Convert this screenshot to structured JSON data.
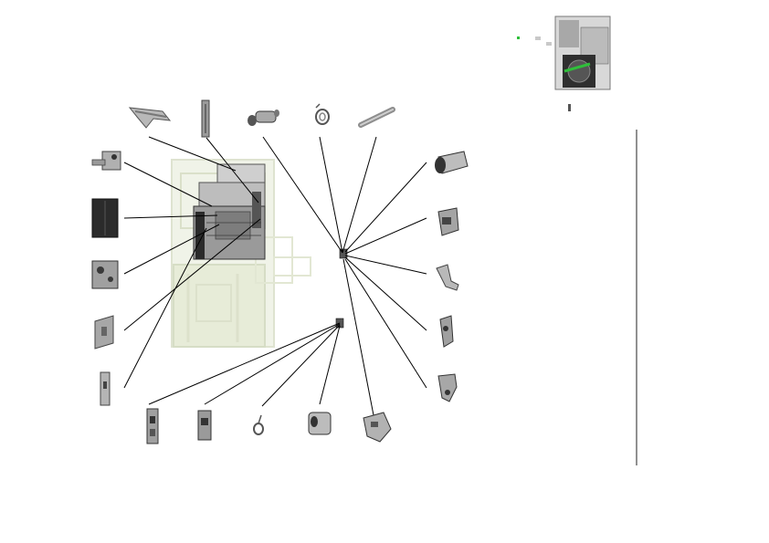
{
  "diagram": {
    "type": "exploded-parts-view",
    "has_text": false,
    "colors": {
      "leader_line": "#000000",
      "part_metal": "#8e8e8e",
      "part_dark": "#2b2b2b",
      "ghost_assembly": "#dfe6cf",
      "highlight": "#2fbf3a",
      "divider": "#222222"
    },
    "parts": [
      {
        "id": "top-bracket",
        "icon": "bracket-icon"
      },
      {
        "id": "vertical-rail",
        "icon": "rail-icon"
      },
      {
        "id": "roller-shaft",
        "icon": "roller-icon"
      },
      {
        "id": "coil-spring",
        "icon": "spring-icon"
      },
      {
        "id": "long-pin",
        "icon": "pin-icon"
      },
      {
        "id": "side-frame-left",
        "icon": "frame-icon"
      },
      {
        "id": "dark-plate",
        "icon": "plate-icon"
      },
      {
        "id": "gear-plate",
        "icon": "gear-plate-icon"
      },
      {
        "id": "side-bracket",
        "icon": "bracket-icon"
      },
      {
        "id": "slot-plate",
        "icon": "slot-plate-icon"
      },
      {
        "id": "cylinder-cover",
        "icon": "cylinder-icon"
      },
      {
        "id": "clip-holder",
        "icon": "clip-icon"
      },
      {
        "id": "spring-clip",
        "icon": "clip-icon"
      },
      {
        "id": "hinge-lever",
        "icon": "lever-icon"
      },
      {
        "id": "hook-lever",
        "icon": "lever-icon"
      },
      {
        "id": "latch-plate-a",
        "icon": "latch-icon"
      },
      {
        "id": "latch-plate-b",
        "icon": "latch-icon"
      },
      {
        "id": "small-spring",
        "icon": "spring-icon"
      },
      {
        "id": "bushing-block",
        "icon": "block-icon"
      },
      {
        "id": "guide-block",
        "icon": "block-icon"
      }
    ]
  }
}
